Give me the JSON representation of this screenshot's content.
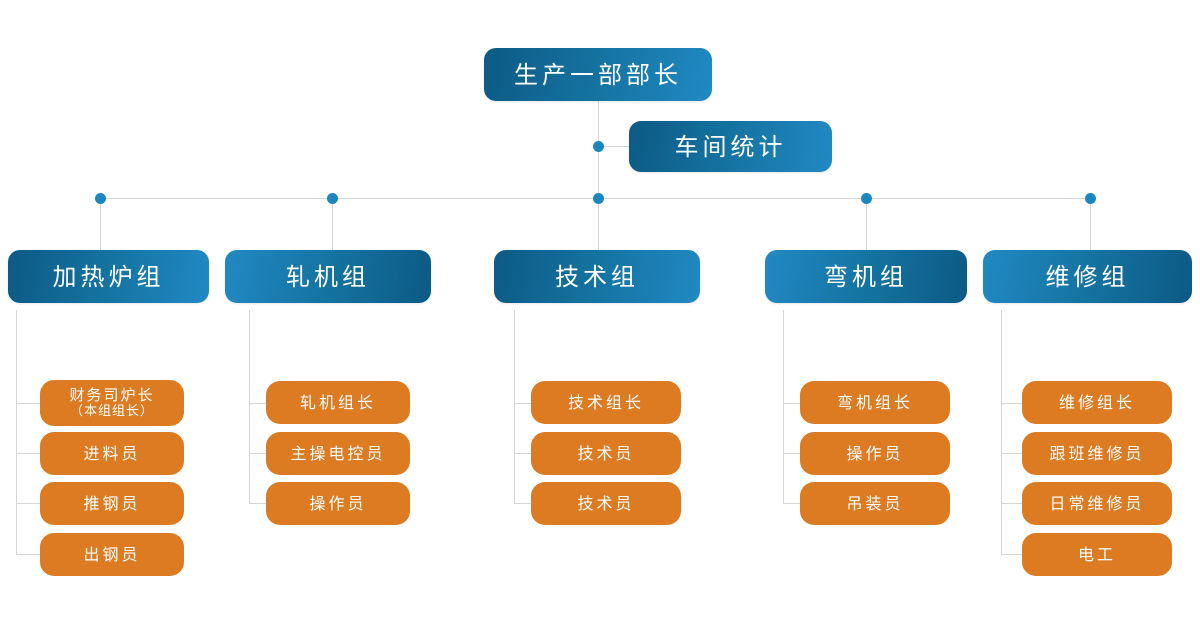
{
  "diagram": {
    "type": "org-chart",
    "title_node": {
      "label": "生产一部部长"
    },
    "staff_node": {
      "label": "车间统计"
    },
    "accent_colors": {
      "blue_dark": "#0d5a85",
      "blue_light": "#2189c3",
      "orange": "#dc7b22",
      "connector": "#d6d6d6",
      "dot": "#1d86c0"
    },
    "groups": [
      {
        "label": "加热炉组",
        "members": [
          {
            "label": "财务司炉长",
            "sub": "（本组组长）"
          },
          {
            "label": "进料员"
          },
          {
            "label": "推钢员"
          },
          {
            "label": "出钢员"
          }
        ]
      },
      {
        "label": "轧机组",
        "members": [
          {
            "label": "轧机组长"
          },
          {
            "label": "主操电控员"
          },
          {
            "label": "操作员"
          }
        ]
      },
      {
        "label": "技术组",
        "members": [
          {
            "label": "技术组长"
          },
          {
            "label": "技术员"
          },
          {
            "label": "技术员"
          }
        ]
      },
      {
        "label": "弯机组",
        "members": [
          {
            "label": "弯机组长"
          },
          {
            "label": "操作员"
          },
          {
            "label": "吊装员"
          }
        ]
      },
      {
        "label": "维修组",
        "members": [
          {
            "label": "维修组长"
          },
          {
            "label": "跟班维修员"
          },
          {
            "label": "日常维修员"
          },
          {
            "label": "电工"
          }
        ]
      }
    ]
  }
}
